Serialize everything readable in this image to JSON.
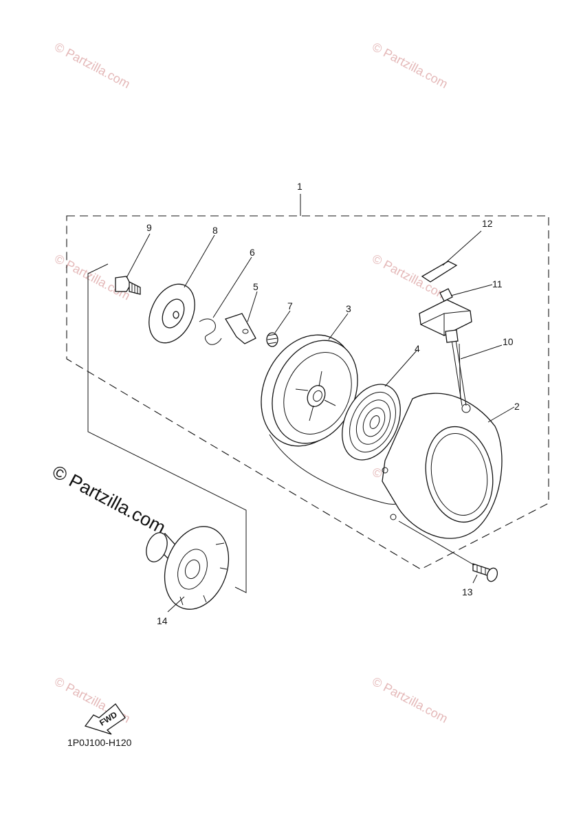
{
  "watermarks": {
    "small": "© Partzilla.com",
    "large": "© Partzilla.com"
  },
  "callouts": {
    "p1": "1",
    "p2": "2",
    "p3": "3",
    "p4": "4",
    "p5": "5",
    "p6": "6",
    "p7": "7",
    "p8": "8",
    "p9": "9",
    "p10": "10",
    "p11": "11",
    "p12": "12",
    "p13": "13",
    "p14": "14"
  },
  "fwd_label": "FWD",
  "diagram_code": "1P0J100-H120"
}
